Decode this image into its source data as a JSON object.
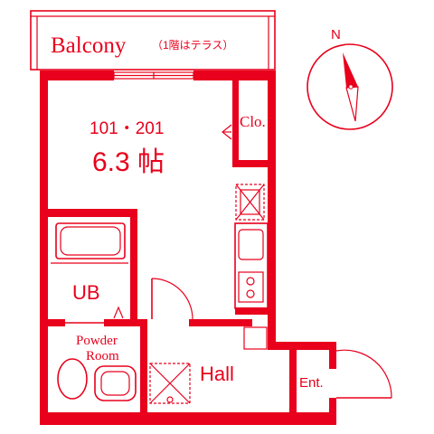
{
  "floor_plan": {
    "balcony": {
      "label": "Balcony",
      "note": "（1階はテラス）"
    },
    "room": {
      "number": "101・201",
      "size": "6.3 帖"
    },
    "closet": {
      "label": "Clo."
    },
    "bathroom": {
      "label": "UB"
    },
    "powder_room": {
      "label_line1": "Powder",
      "label_line2": "Room"
    },
    "hall": {
      "label": "Hall"
    },
    "entrance": {
      "label": "Ent."
    },
    "compass": {
      "label": "N"
    }
  },
  "colors": {
    "wall": "#e8001c",
    "background": "#ffffff"
  },
  "icons": [
    "compass-icon",
    "bathtub-icon",
    "toilet-icon",
    "sink-icon",
    "stove-icon",
    "washer-pan-icon",
    "fridge-space-icon",
    "door-icon"
  ]
}
